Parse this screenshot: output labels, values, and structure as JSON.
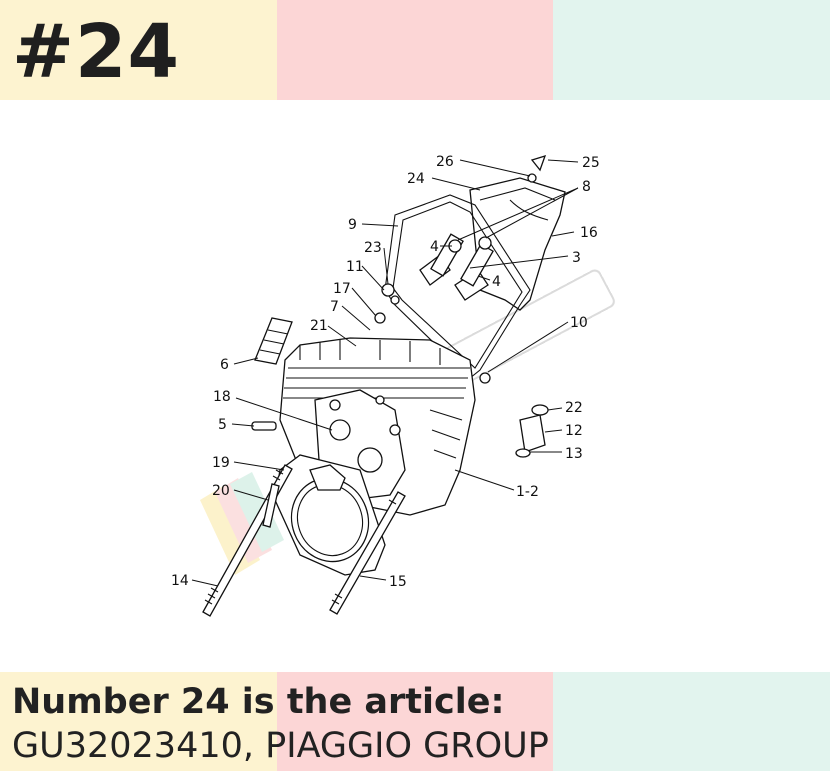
{
  "header": {
    "number_label": "#24"
  },
  "caption": {
    "line1": "Number 24 is the article:",
    "line2": "GU32023410, PIAGGIO GROUP"
  },
  "colors": {
    "band1": "#fdf3d0",
    "band2": "#fcd6d6",
    "band3": "#e2f4ee",
    "text": "#1f1f1f"
  },
  "callouts": [
    "26",
    "25",
    "24",
    "8",
    "9",
    "16",
    "23",
    "4",
    "3",
    "11",
    "4",
    "17",
    "7",
    "10",
    "21",
    "6",
    "18",
    "22",
    "5",
    "12",
    "13",
    "19",
    "1-2",
    "20",
    "14",
    "15"
  ]
}
